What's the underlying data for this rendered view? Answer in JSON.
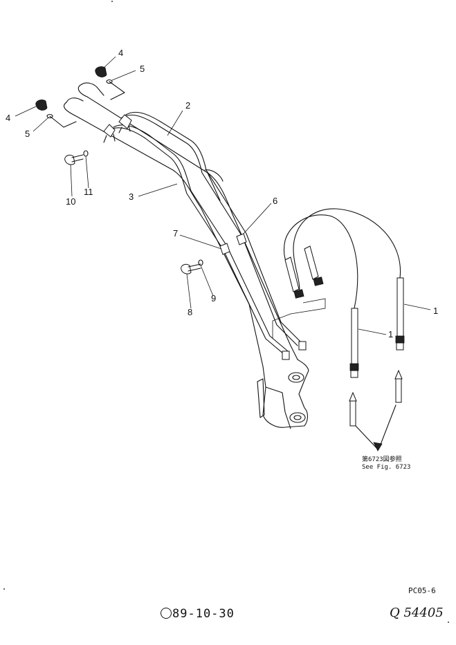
{
  "labels": {
    "l1a": "1",
    "l1b": "1",
    "l2": "2",
    "l3": "3",
    "l4a": "4",
    "l4b": "4",
    "l5a": "5",
    "l5b": "5",
    "l6": "6",
    "l7": "7",
    "l8": "8",
    "l9": "9",
    "l10": "10",
    "l11": "11"
  },
  "reference": {
    "japanese": "第6723図参照",
    "english": "See Fig. 6723"
  },
  "footer": {
    "sheet_code": "PC05-6",
    "revision": "89-10-30",
    "part_code": "Q 54405"
  }
}
